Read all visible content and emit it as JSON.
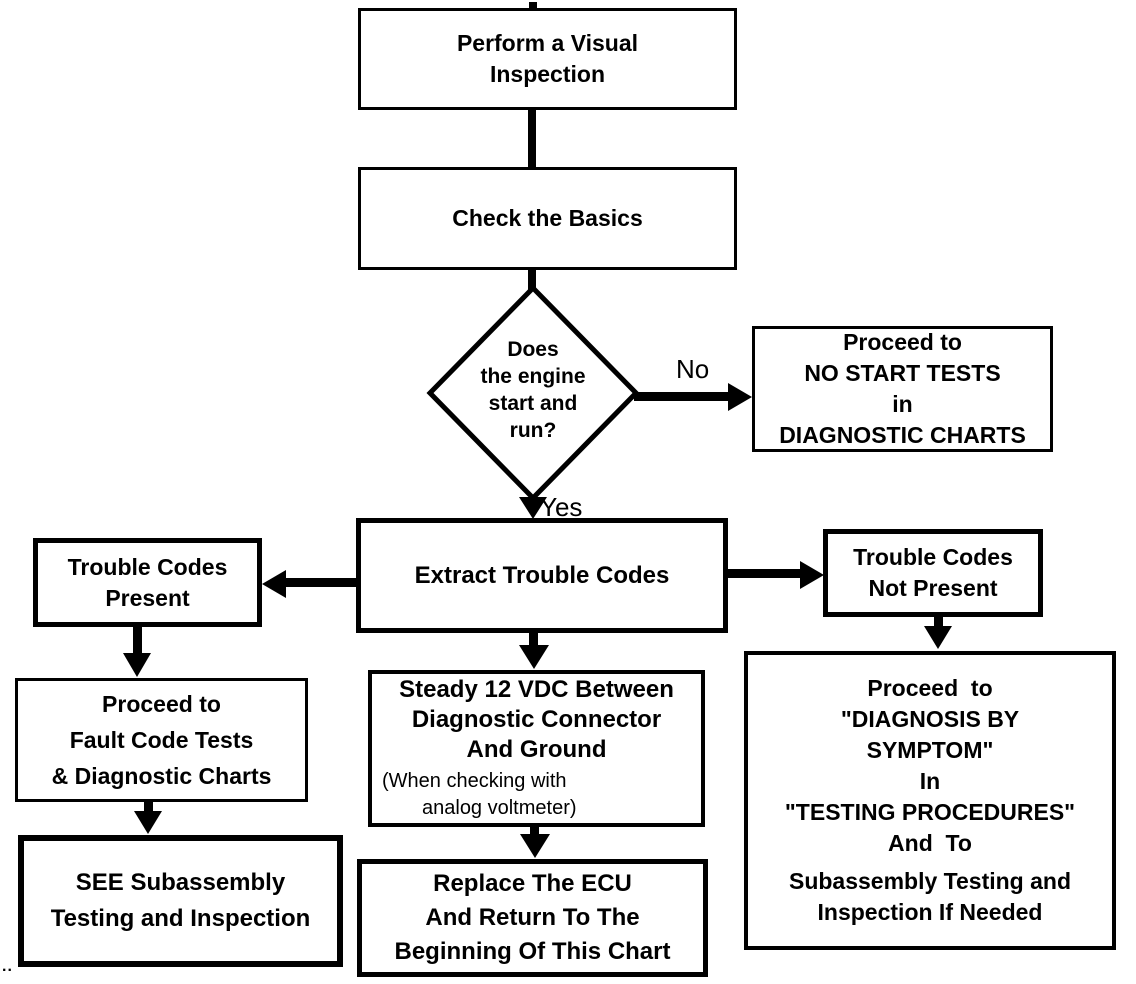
{
  "colors": {
    "ink": "#000000",
    "paper": "#ffffff"
  },
  "edge_labels": {
    "no": "No",
    "yes": "Yes"
  },
  "artifacts": {
    "corner_dots": ".."
  },
  "nodes": {
    "perform": {
      "lines": [
        "Perform a Visual",
        "Inspection"
      ]
    },
    "basics": {
      "lines": [
        "Check the Basics"
      ]
    },
    "decision_engine": {
      "lines": [
        "Does",
        "the engine",
        "start and",
        "run?"
      ]
    },
    "no_start": {
      "lines": [
        "Proceed to",
        "NO START TESTS",
        "in",
        "DIAGNOSTIC CHARTS"
      ]
    },
    "extract": {
      "lines": [
        "Extract Trouble Codes"
      ]
    },
    "codes_present": {
      "lines": [
        "Trouble Codes",
        "Present"
      ]
    },
    "codes_not_present": {
      "lines": [
        "Trouble Codes",
        "Not Present"
      ]
    },
    "fault_code_tests": {
      "lines": [
        "Proceed to",
        "Fault Code Tests",
        "& Diagnostic Charts"
      ]
    },
    "see_subassembly": {
      "lines": [
        "SEE Subassembly",
        "Testing and Inspection"
      ]
    },
    "steady_12vdc": {
      "lines": [
        "Steady 12 VDC Between",
        "Diagnostic Connector",
        "And Ground"
      ],
      "note_lines": [
        "(When checking with",
        "analog voltmeter)"
      ]
    },
    "replace_ecu": {
      "lines": [
        "Replace The ECU",
        "And Return To The",
        "Beginning Of This Chart"
      ]
    },
    "diagnosis_by_symptom": {
      "lines": [
        "Proceed  to",
        "\"DIAGNOSIS BY",
        "SYMPTOM\"",
        "In",
        "\"TESTING PROCEDURES\"",
        "And  To",
        "Subassembly Testing and",
        "Inspection If Needed"
      ]
    }
  }
}
